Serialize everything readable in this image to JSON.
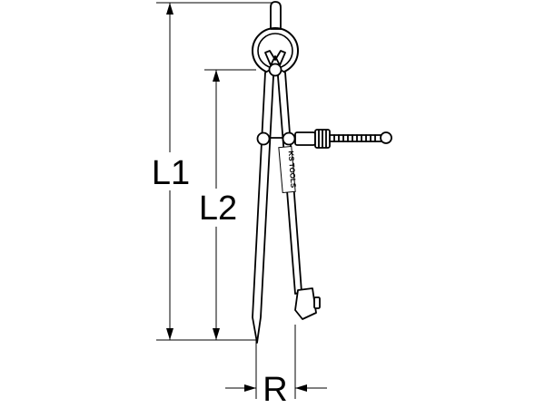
{
  "diagram": {
    "dimensions": {
      "overall_length_label": "L1",
      "leg_length_label": "L2",
      "radius_label": "R"
    },
    "brand_mark": "KS TOOLS"
  },
  "colors": {
    "line": "#000000",
    "background": "#ffffff"
  }
}
